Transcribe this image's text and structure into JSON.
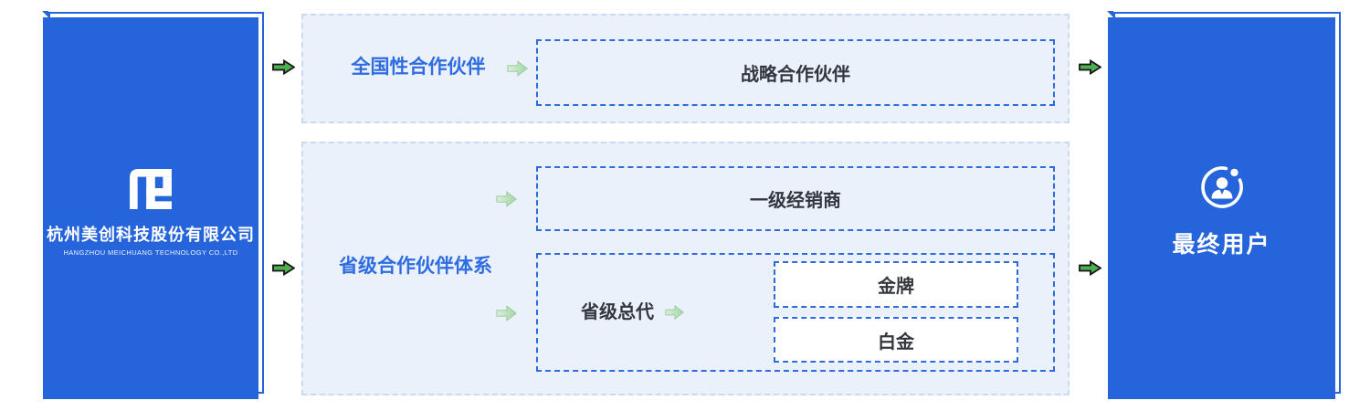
{
  "company_card": {
    "name": "杭州美创科技股份有限公司",
    "name_en": "HANGZHOU MEICHUANG TECHNOLOGY CO.,LTD"
  },
  "end_user_card": {
    "label": "最终用户"
  },
  "national_panel": {
    "title": "全国性合作伙伴",
    "partner_box": "战略合作伙伴"
  },
  "provincial_panel": {
    "title": "省级合作伙伴体系",
    "tier1_box": "一级经销商",
    "agent_label": "省级总代",
    "levels": [
      "金牌",
      "白金"
    ]
  },
  "icons": {
    "logo": "meichuang-monogram-icon",
    "end_user": "user-circle-icon",
    "flow_dark": "green-arrow-right-icon",
    "flow_light": "light-green-arrow-right-icon"
  },
  "colors": {
    "card_blue": "#2664DC",
    "panel_bg": "#EAF1FB",
    "panel_border": "#C9DBF2",
    "dashed_blue": "#2E6BE0",
    "title_blue": "#2F6CE2",
    "text_dark": "#33373D",
    "arrow_green": "#4CAF50",
    "arrow_outline": "#151515",
    "arrow_light_green": "#B5DEB7",
    "white": "#FFFFFF"
  }
}
